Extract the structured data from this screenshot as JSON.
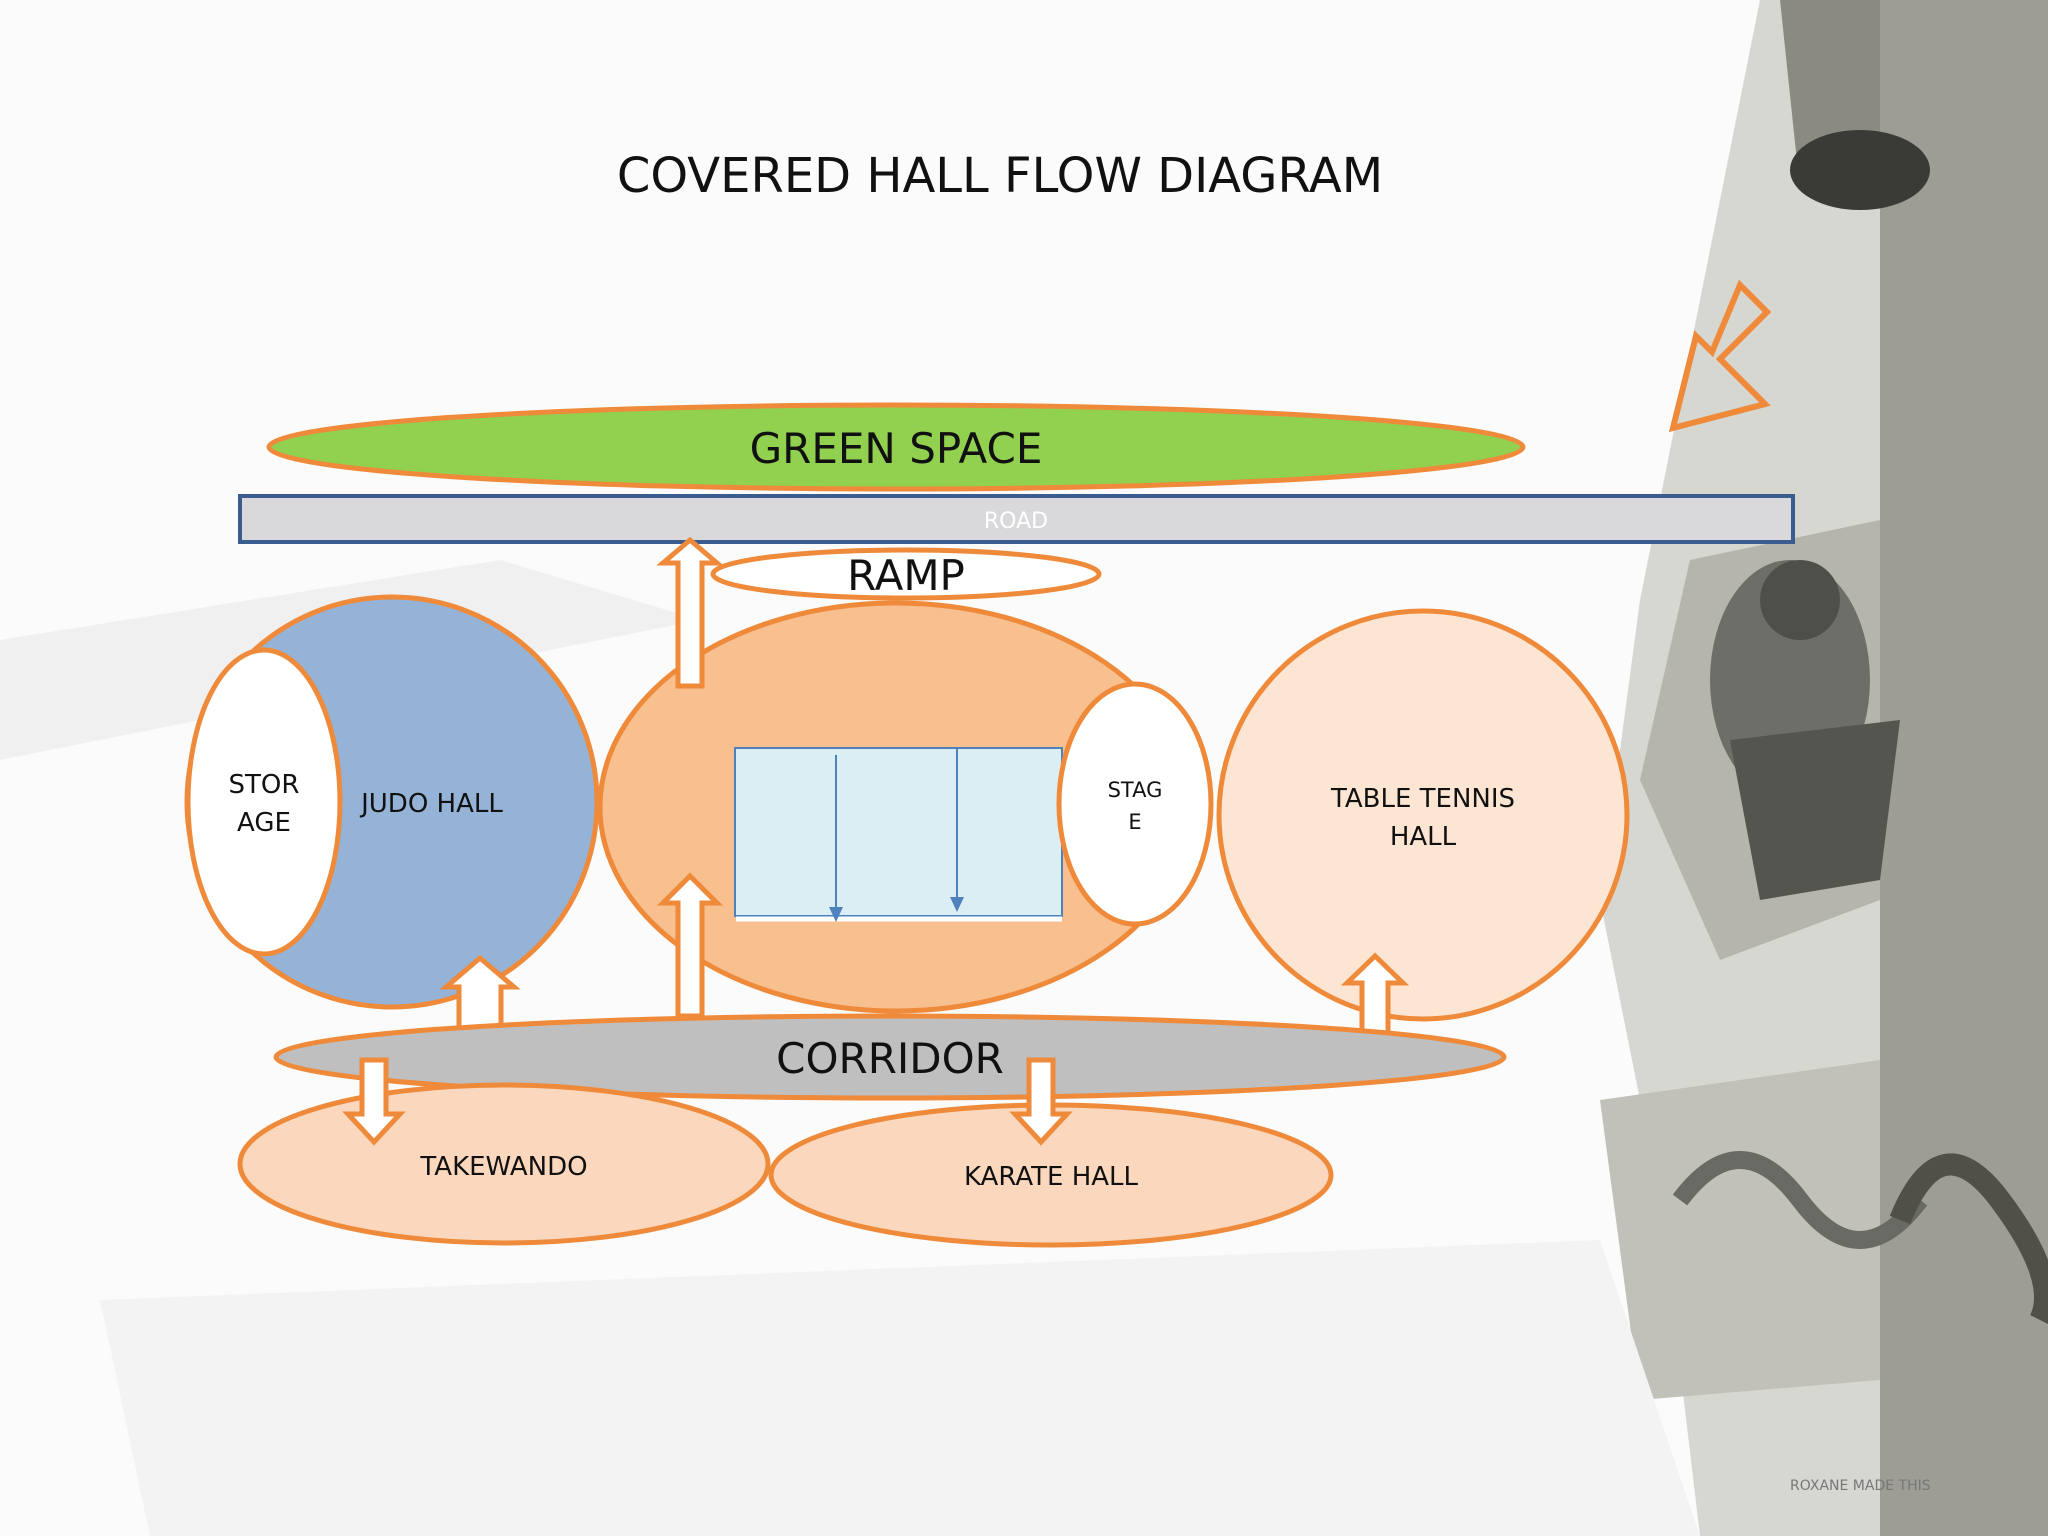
{
  "title": "COVERED HALL FLOW DIAGRAM",
  "labels": {
    "green_space": "GREEN SPACE",
    "road": "ROAD",
    "ramp": "RAMP",
    "storage_line1": "STOR",
    "storage_line2": "AGE",
    "judo_hall": "JUDO HALL",
    "stage_line1": "STAG",
    "stage_line2": "E",
    "table_tennis_line1": "TABLE TENNIS",
    "table_tennis_line2": "HALL",
    "corridor": "CORRIDOR",
    "takewando": "TAKEWANDO",
    "karate_hall": "KARATE HALL"
  },
  "background": {
    "watermark": "ROXANE MADE THIS"
  },
  "colors": {
    "outline_orange": "#ee8a3a",
    "green_space": "#92d050",
    "road_fill": "#d9d9dc",
    "road_border": "#3b5c8f",
    "judo_fill": "#95b3d7",
    "main_hall_fill": "#f8bf8f",
    "light_orange": "#fbd8bd",
    "table_tennis_fill": "#fde5d3",
    "corridor_fill": "#bfbfbf",
    "court_fill": "#dbeef4",
    "court_line": "#4f81bd"
  }
}
